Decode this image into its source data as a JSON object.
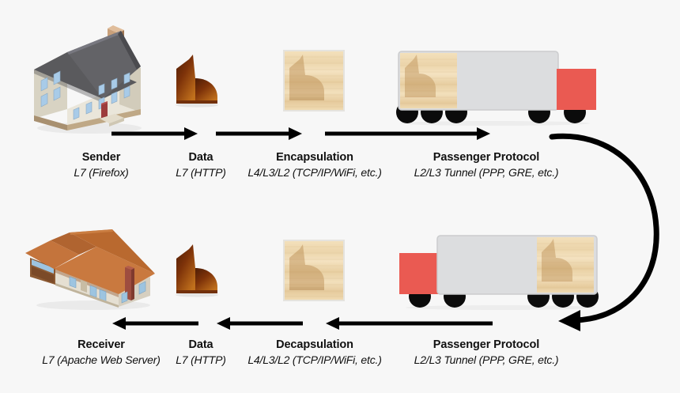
{
  "diagram": {
    "title_hidden": "Tunneling / Encapsulation flow diagram",
    "background_color": "#f7f7f7",
    "text_color": "#111111"
  },
  "colors": {
    "arrow": "#000000",
    "truck_cab": "#ea5a52",
    "truck_trailer": "#dcdddf",
    "truck_wheel": "#0b0b0b",
    "crate_wood_light": "#f0dcb4",
    "crate_wood_dark": "#d8bb8c",
    "chair_brown_dark": "#5c2208",
    "chair_brown_light": "#b05c15",
    "house1_wall": "#e8e4d8",
    "house1_roof": "#555558",
    "house1_door": "#9c3c3c",
    "house2_roof": "#c4743c",
    "house2_wall": "#e5dfd2",
    "house2_window": "#9dc4e0",
    "house2_chimney": "#9e4d3f"
  },
  "top_row": {
    "steps": [
      {
        "icon": "house-colonial-icon",
        "title": "Sender",
        "subtitle": "L7 (Firefox)"
      },
      {
        "icon": "armchair-icon",
        "title": "Data",
        "subtitle": "L7 (HTTP)"
      },
      {
        "icon": "wooden-crate-icon",
        "title": "Encapsulation",
        "subtitle": "L4/L3/L2 (TCP/IP/WiFi, etc.)"
      },
      {
        "icon": "truck-right-icon",
        "title": "Passenger Protocol",
        "subtitle": "L2/L3 Tunnel (PPP, GRE, etc.)"
      }
    ],
    "arrows": [
      {
        "name": "arrow-sender-to-data",
        "direction": "right"
      },
      {
        "name": "arrow-data-to-encapsulation",
        "direction": "right"
      },
      {
        "name": "arrow-encapsulation-to-passenger",
        "direction": "right"
      }
    ]
  },
  "bottom_row": {
    "steps": [
      {
        "icon": "house-ranch-icon",
        "title": "Receiver",
        "subtitle": "L7 (Apache Web Server)"
      },
      {
        "icon": "armchair-icon",
        "title": "Data",
        "subtitle": "L7 (HTTP)"
      },
      {
        "icon": "wooden-crate-icon",
        "title": "Decapsulation",
        "subtitle": "L4/L3/L2 (TCP/IP/WiFi, etc.)"
      },
      {
        "icon": "truck-left-icon",
        "title": "Passenger Protocol",
        "subtitle": "L2/L3 Tunnel (PPP, GRE, etc.)"
      }
    ],
    "arrows": [
      {
        "name": "arrow-data-to-receiver",
        "direction": "left"
      },
      {
        "name": "arrow-decapsulation-to-data",
        "direction": "left"
      },
      {
        "name": "arrow-passenger-to-decapsulation",
        "direction": "left"
      }
    ]
  },
  "tunnel_arrow": {
    "name": "curved-tunnel-arrow",
    "direction": "clockwise-down-left"
  }
}
